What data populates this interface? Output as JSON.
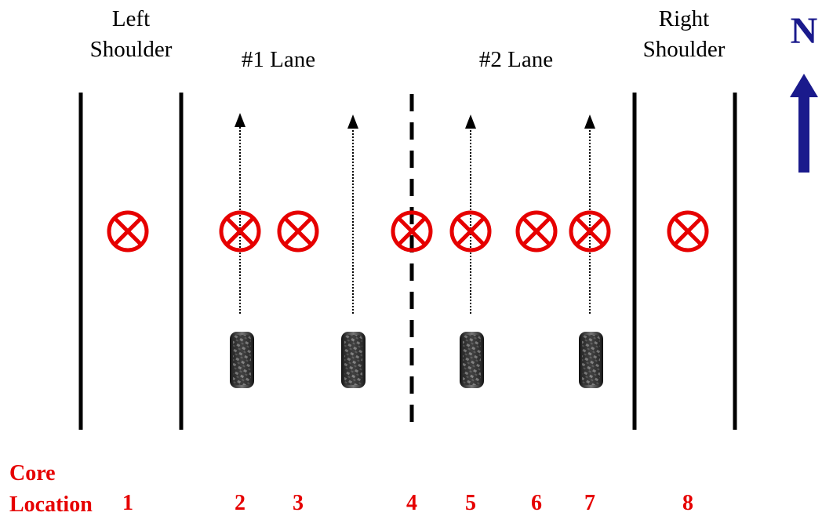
{
  "headers": {
    "left_shoulder_line1": "Left",
    "left_shoulder_line2": "Shoulder",
    "lane1": "#1 Lane",
    "lane2": "#2 Lane",
    "right_shoulder_line1": "Right",
    "right_shoulder_line2": "Shoulder"
  },
  "north": {
    "label": "N",
    "color": "#1a1a8c"
  },
  "core_label": {
    "line1": "Core",
    "line2": "Location",
    "color": "#e60000"
  },
  "core_locations": [
    {
      "number": "1"
    },
    {
      "number": "2"
    },
    {
      "number": "3"
    },
    {
      "number": "4"
    },
    {
      "number": "5"
    },
    {
      "number": "6"
    },
    {
      "number": "7"
    },
    {
      "number": "8"
    }
  ],
  "colors": {
    "core_marker": "#e60000",
    "lines": "#000000"
  },
  "icons": {
    "core_marker": "core-marker-icon",
    "tire": "tire-icon",
    "travel_direction": "arrow-up-icon",
    "north_arrow": "north-arrow-icon"
  }
}
